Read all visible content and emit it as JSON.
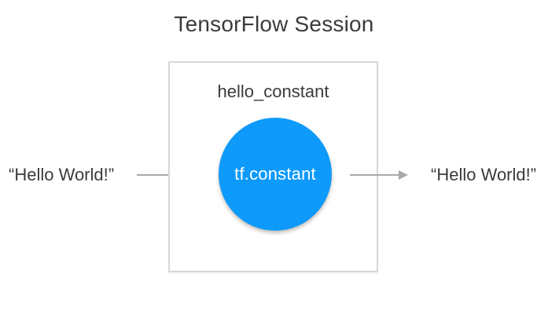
{
  "title": "TensorFlow Session",
  "session_box": {
    "label": "hello_constant"
  },
  "node": {
    "label": "tf.constant",
    "shape": "circle"
  },
  "input_value": "“Hello World!”",
  "output_value": "“Hello World!”",
  "icons": {
    "left_arrow": "right-arrow",
    "right_arrow": "right-arrow"
  },
  "colors": {
    "node_fill": "#0d9afb",
    "node_text": "#ffffff",
    "box_border": "#d8d8d8",
    "arrow": "#a9a9a9",
    "text": "#3b3b3b",
    "background": "#ffffff"
  }
}
